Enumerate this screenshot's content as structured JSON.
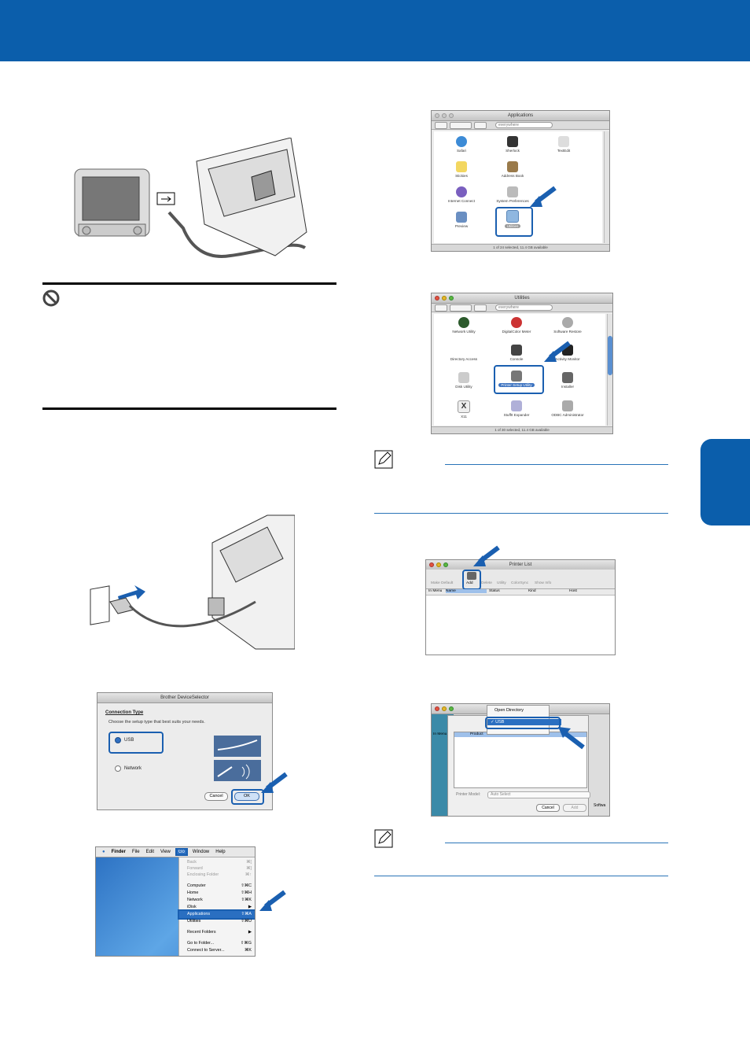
{
  "colors": {
    "brand": "#0b5eab",
    "highlight": "#1a5fb0"
  },
  "applications_window": {
    "title": "Applications",
    "search_placeholder": "everywhere",
    "icons": [
      "Safari",
      "Sherlock",
      "TextEdit",
      "Stickies",
      "Address Book",
      "Internet Connect",
      "System Preferences",
      "Preview",
      "Utilities"
    ],
    "status": "1 of 24 selected, 11.4 GB available"
  },
  "utilities_window": {
    "title": "Utilities",
    "search_placeholder": "everywhere",
    "icons": [
      "Network Utility",
      "DigitalColor Meter",
      "Software Restore",
      "Directory Access",
      "Console",
      "Activity Monitor",
      "Disk Utility",
      "Printer Setup Utility",
      "Installer",
      "X11",
      "StuffIt Expander",
      "ODBC Administrator"
    ],
    "status": "1 of 30 selected, 11.4 GB available"
  },
  "device_selector": {
    "title": "Brother DeviceSelector",
    "heading": "Connection Type",
    "instruction": "Choose the setup type that best suits your needs.",
    "usb_label": "USB",
    "network_label": "Network",
    "cancel": "Cancel",
    "ok": "OK"
  },
  "finder_menu": {
    "menubar": [
      "Finder",
      "File",
      "Edit",
      "View",
      "Go",
      "Window",
      "Help"
    ],
    "items": [
      {
        "label": "Back",
        "key": "⌘["
      },
      {
        "label": "Forward",
        "key": "⌘]"
      },
      {
        "label": "Enclosing Folder",
        "key": "⌘↑"
      },
      {
        "label": "Computer",
        "key": "⇧⌘C"
      },
      {
        "label": "Home",
        "key": "⇧⌘H"
      },
      {
        "label": "Network",
        "key": "⇧⌘K"
      },
      {
        "label": "iDisk",
        "key": "▶"
      },
      {
        "label": "Applications",
        "key": "⇧⌘A"
      },
      {
        "label": "Utilities",
        "key": "⇧⌘U"
      },
      {
        "label": "Recent Folders",
        "key": "▶"
      },
      {
        "label": "Go to Folder...",
        "key": "⇧⌘G"
      },
      {
        "label": "Connect to Server...",
        "key": "⌘K"
      }
    ]
  },
  "printer_list": {
    "title": "Printer List",
    "tools": [
      "Make Default",
      "Add",
      "Delete",
      "Utility",
      "ColorSync",
      "Show Info"
    ],
    "columns": [
      "In Menu",
      "Name",
      "Status",
      "Kind",
      "Host"
    ]
  },
  "add_printer": {
    "menu_items": [
      "Open Directory",
      "USB"
    ],
    "columns": [
      "In Menu",
      "Product"
    ],
    "model_label": "Printer Model:",
    "model_value": "Auto Select",
    "cancel": "Cancel",
    "add": "Add",
    "side_text": "Softwa"
  }
}
